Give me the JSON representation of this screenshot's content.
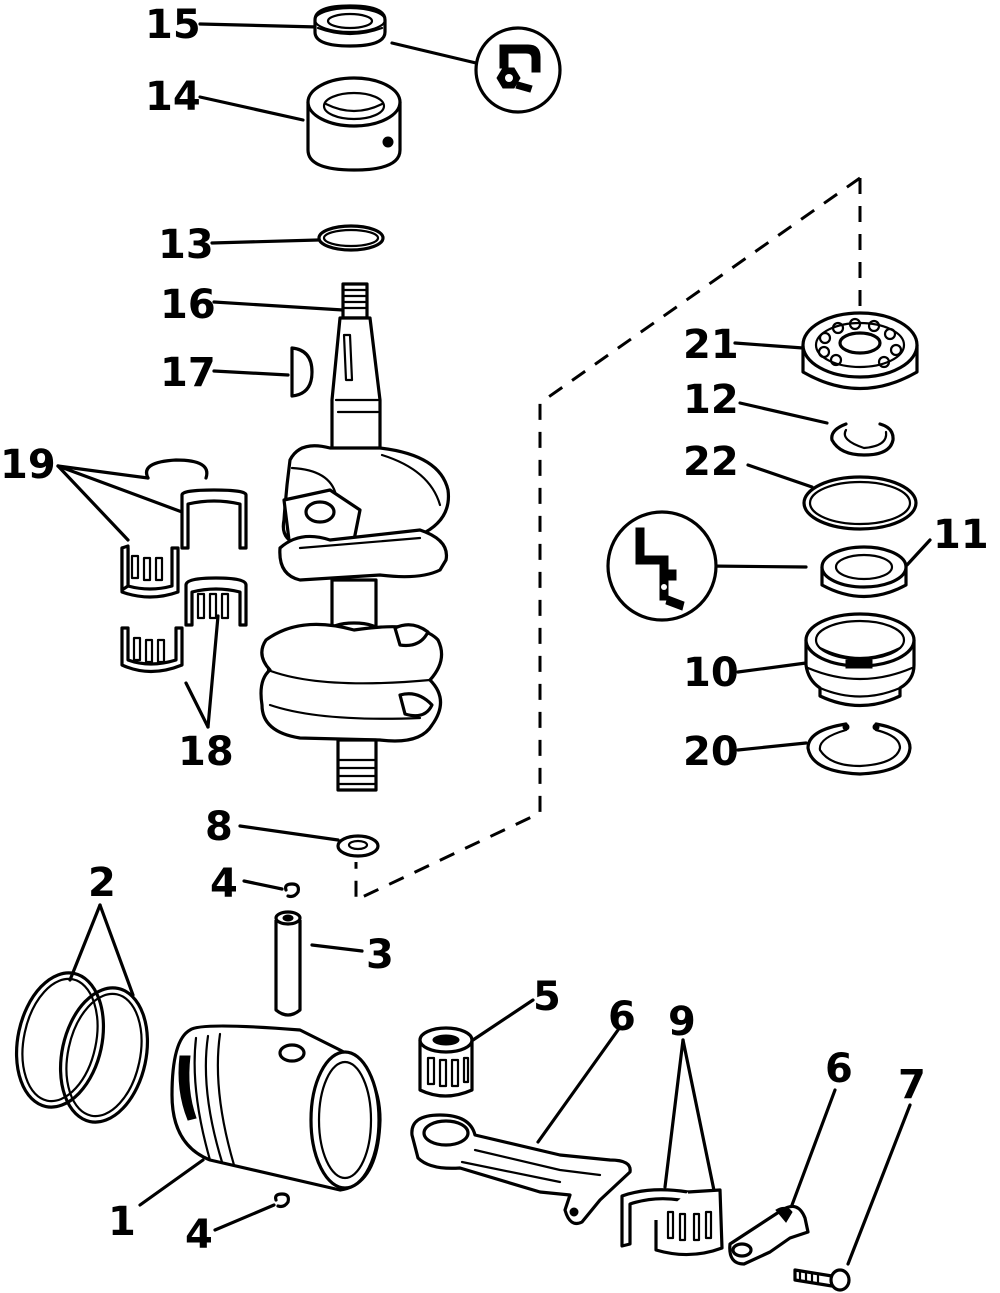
{
  "diagram": {
    "callouts": [
      {
        "id": "15",
        "text": "15"
      },
      {
        "id": "14",
        "text": "14"
      },
      {
        "id": "13",
        "text": "13"
      },
      {
        "id": "16",
        "text": "16"
      },
      {
        "id": "17",
        "text": "17"
      },
      {
        "id": "19",
        "text": "19"
      },
      {
        "id": "18",
        "text": "18"
      },
      {
        "id": "8",
        "text": "8"
      },
      {
        "id": "4a",
        "text": "4"
      },
      {
        "id": "3",
        "text": "3"
      },
      {
        "id": "2",
        "text": "2"
      },
      {
        "id": "1",
        "text": "1"
      },
      {
        "id": "4b",
        "text": "4"
      },
      {
        "id": "5",
        "text": "5"
      },
      {
        "id": "6a",
        "text": "6"
      },
      {
        "id": "9",
        "text": "9"
      },
      {
        "id": "6b",
        "text": "6"
      },
      {
        "id": "7",
        "text": "7"
      },
      {
        "id": "21",
        "text": "21"
      },
      {
        "id": "12",
        "text": "12"
      },
      {
        "id": "22",
        "text": "22"
      },
      {
        "id": "11",
        "text": "11"
      },
      {
        "id": "10",
        "text": "10"
      },
      {
        "id": "20",
        "text": "20"
      }
    ],
    "symbols": [
      {
        "name": "sealant-symbol",
        "kind": "lubricant"
      },
      {
        "name": "grease-symbol",
        "kind": "lubricant"
      }
    ]
  }
}
